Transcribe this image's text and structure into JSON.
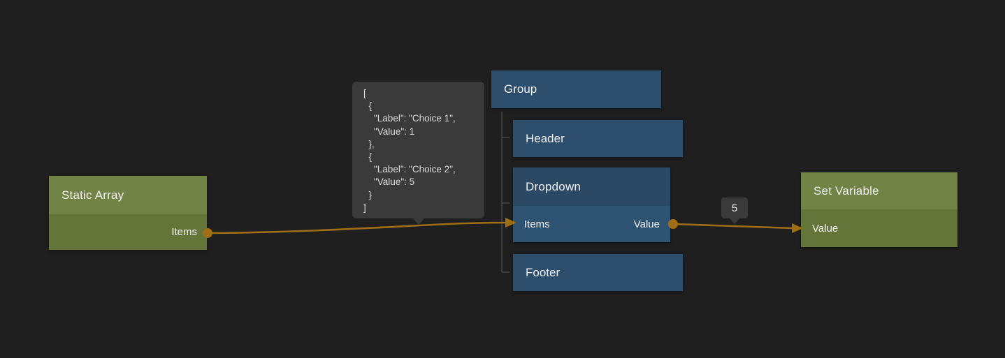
{
  "canvas": {
    "background_color": "#1f1f1f",
    "wire_color": "#a06e14",
    "green_header_color": "#718445",
    "green_body_color": "#657539",
    "blue_header_color": "#2c4d6c",
    "blue_body_color": "#2e5372"
  },
  "nodes": {
    "static_array": {
      "title": "Static Array",
      "outputs": [
        {
          "label": "Items"
        }
      ]
    },
    "group": {
      "title": "Group",
      "children": [
        "Header",
        "Dropdown",
        "Footer"
      ]
    },
    "header": {
      "title": "Header"
    },
    "dropdown": {
      "title": "Dropdown",
      "inputs": [
        {
          "label": "Items"
        }
      ],
      "outputs": [
        {
          "label": "Value"
        }
      ]
    },
    "footer": {
      "title": "Footer"
    },
    "set_variable": {
      "title": "Set Variable",
      "inputs": [
        {
          "label": "Value"
        }
      ]
    }
  },
  "tooltips": {
    "items_preview": "[\n  {\n    \"Label\": \"Choice 1\",\n    \"Value\": 1\n  },\n  {\n    \"Label\": \"Choice 2\",\n    \"Value\": 5\n  }\n]",
    "value_preview": "5"
  }
}
